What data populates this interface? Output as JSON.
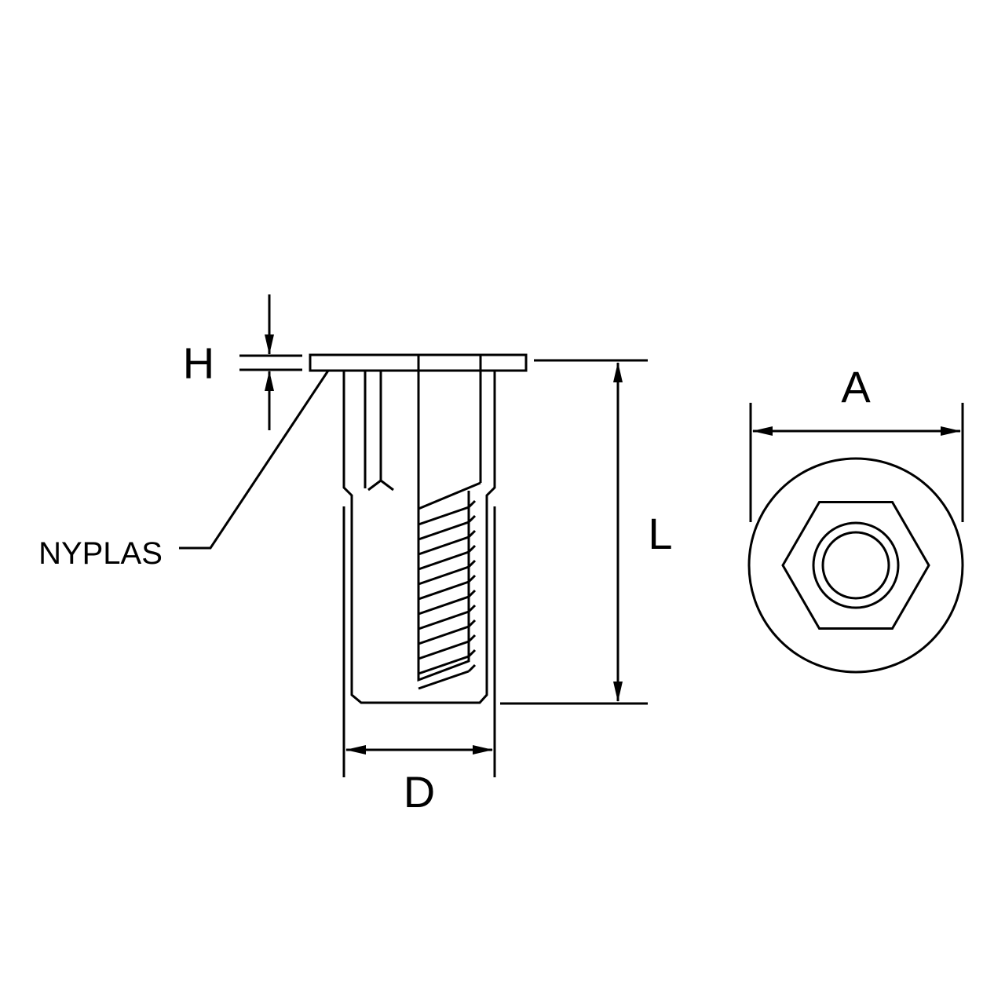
{
  "labels": {
    "H": "H",
    "A": "A",
    "L": "L",
    "D": "D",
    "material": "NYPLAS"
  },
  "colors": {
    "line": "#000000",
    "background": "#ffffff"
  }
}
